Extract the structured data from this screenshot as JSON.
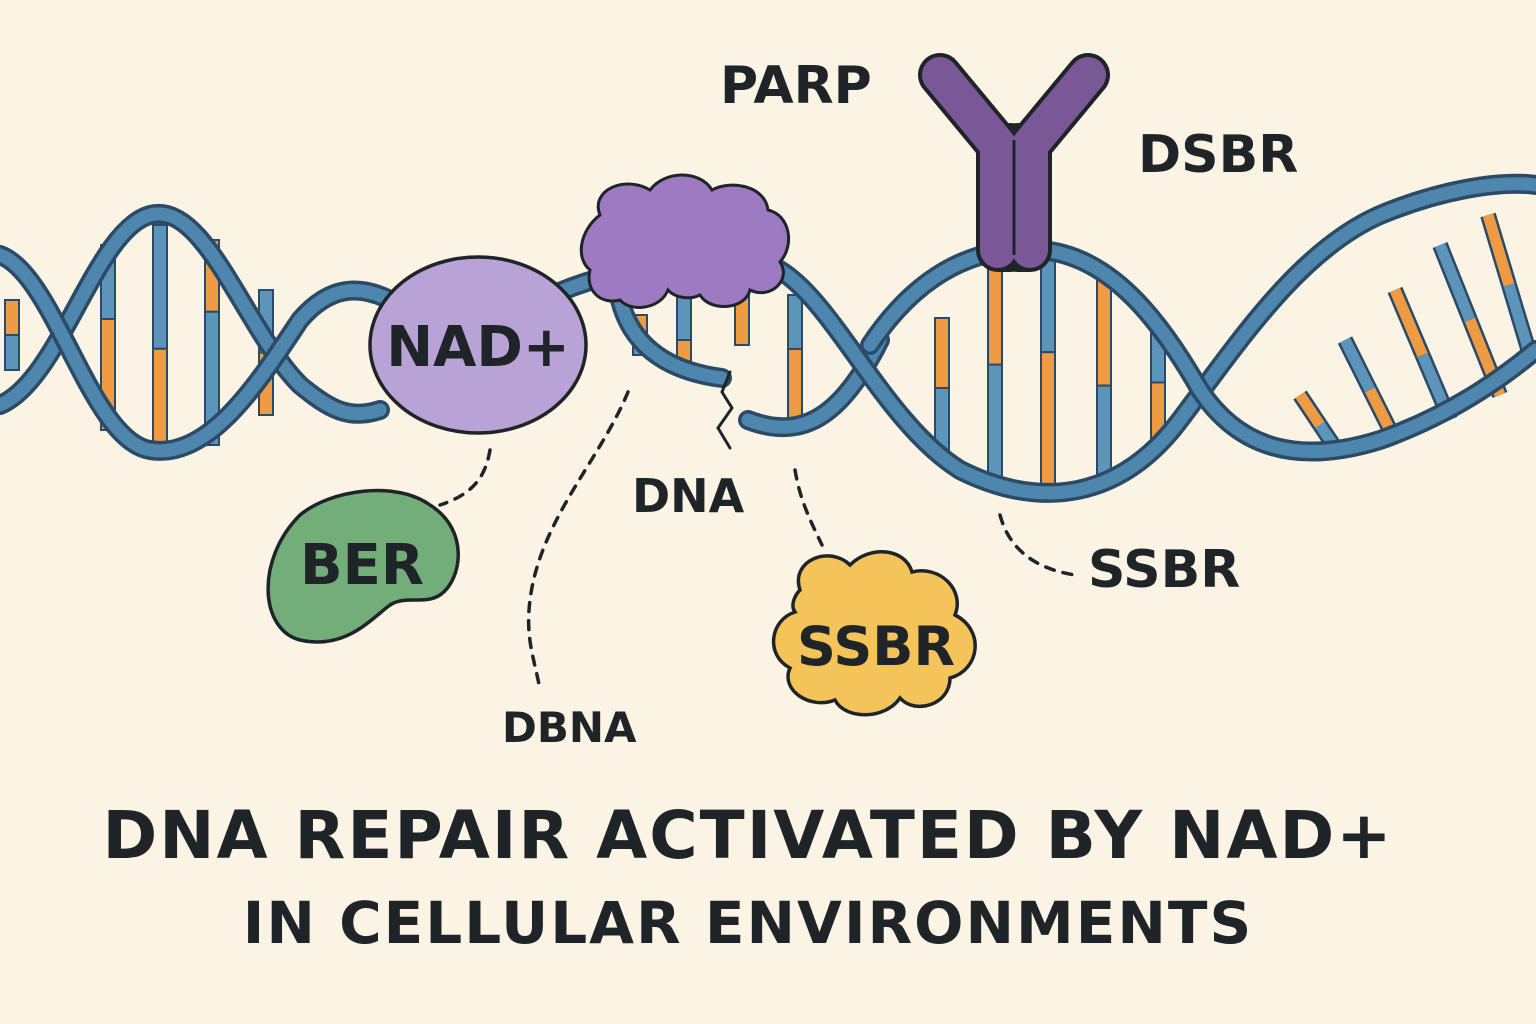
{
  "labels": {
    "parp": "PARP",
    "dsbr": "DSBR",
    "nad": "NAD+",
    "ber": "BER",
    "dna": "DNA",
    "ssbr_right": "SSBR",
    "ssbr_blob": "SSBR",
    "dbna": "DBNA"
  },
  "title": {
    "line1": "DNA REPAIR ACTIVATED BY NAD+",
    "line2": "IN CELLULAR ENVIRONMENTS"
  },
  "colors": {
    "background": "#fbf3e4",
    "strand": "#4f86ad",
    "strand_outline": "#2b4a66",
    "base_blue": "#5d94ba",
    "base_orange": "#ef9b43",
    "nad_fill": "#b9a3d6",
    "ber_fill": "#72ad7a",
    "ssbr_fill": "#f4c45a",
    "parp_fill": "#7a5898",
    "blob_fill": "#9e7ac2",
    "ink": "#1f2428"
  }
}
